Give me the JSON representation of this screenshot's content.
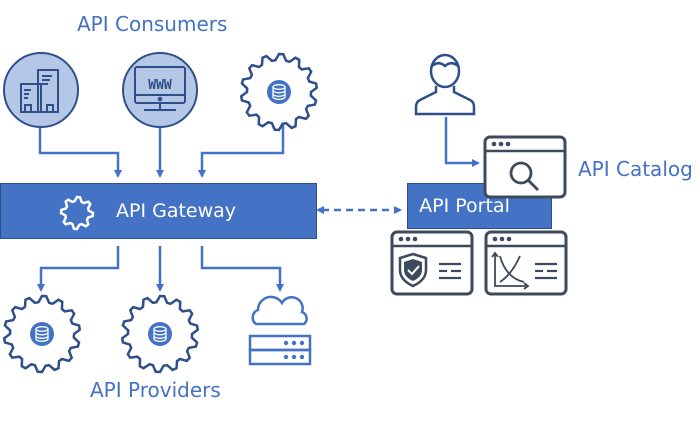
{
  "diagram": {
    "title_consumers": "API Consumers",
    "title_providers": "API Providers",
    "gateway_label": "API Gateway",
    "portal_label": "API Portal",
    "catalog_label": "API Catalog",
    "consumers": [
      {
        "name": "enterprise",
        "icon": "buildings-icon"
      },
      {
        "name": "web",
        "icon": "www-monitor-icon"
      },
      {
        "name": "service",
        "icon": "gear-database-icon"
      }
    ],
    "providers": [
      {
        "name": "service-1",
        "icon": "gear-database-icon"
      },
      {
        "name": "service-2",
        "icon": "gear-database-icon"
      },
      {
        "name": "cloud-server",
        "icon": "cloud-server-icon"
      }
    ],
    "portal_widgets": [
      {
        "name": "security",
        "icon": "shield-check-icon"
      },
      {
        "name": "analytics",
        "icon": "chart-icon"
      }
    ],
    "www_text": "WWW",
    "colors": {
      "accent": "#4472c4",
      "dark": "#2f4f8a",
      "icon_dark": "#3b4a5c",
      "circle_fill": "#b4c7e7"
    }
  }
}
